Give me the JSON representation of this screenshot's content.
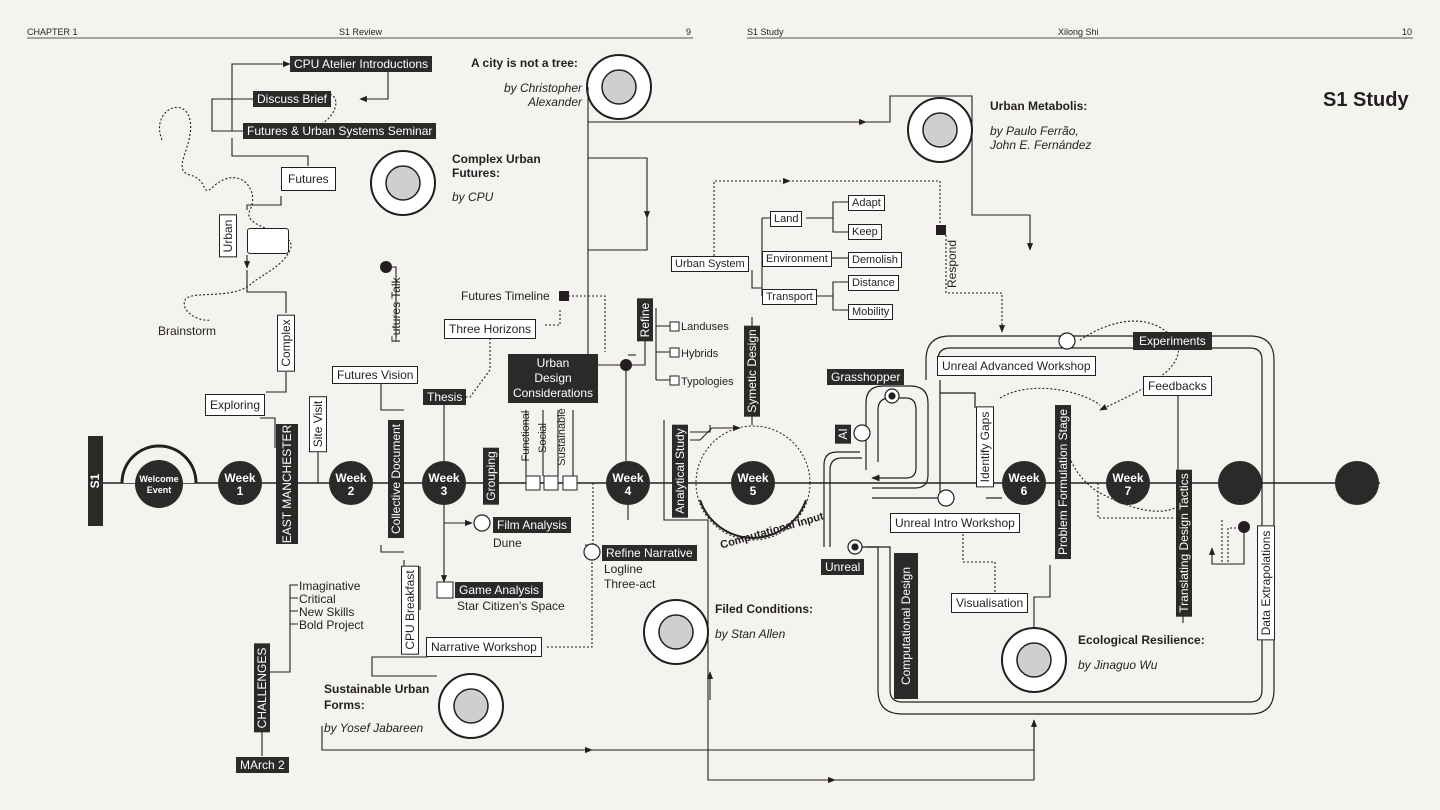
{
  "header": {
    "left_chapter": "CHAPTER 1",
    "left_section": "S1 Review",
    "left_page": "9",
    "right_section": "S1 Study",
    "right_author": "Xilong Shi",
    "right_page": "10"
  },
  "title": "S1 Study",
  "timeline": {
    "start_label": "S1",
    "welcome": [
      "Welcome",
      "Event"
    ],
    "weeks": [
      {
        "name": "Week",
        "num": "1"
      },
      {
        "name": "Week",
        "num": "2"
      },
      {
        "name": "Week",
        "num": "3"
      },
      {
        "name": "Week",
        "num": "4"
      },
      {
        "name": "Week",
        "num": "5"
      },
      {
        "name": "Week",
        "num": "6"
      },
      {
        "name": "Week",
        "num": "7"
      }
    ],
    "computational_input": "Computational Input"
  },
  "labels": {
    "cpu_atelier": "CPU Atelier Introductions",
    "discuss_brief": "Discuss Brief",
    "futures_seminar": "Futures & Urban Systems Seminar",
    "futures": "Futures",
    "urban": "Urban",
    "complex": "Complex",
    "brainstorm": "Brainstorm",
    "exploring": "Exploring",
    "east_manchester": "EAST MANCHESTER",
    "site_visit": "Site Visit",
    "futures_talk": "Futures Talk",
    "futures_vision": "Futures Vision",
    "collective_document": "Collective Document",
    "thesis": "Thesis",
    "futures_timeline": "Futures Timeline",
    "three_horizons": "Three Horizons",
    "udc": [
      "Urban",
      "Design",
      "Considerations"
    ],
    "functional": "Functional",
    "social": "Social",
    "sustainable": "Sustainable",
    "grouping": "Grouping",
    "refine": "Refine",
    "landuses": "Landuses",
    "hybrids": "Hybrids",
    "typologies": "Typologies",
    "film_analysis": "Film Analysis",
    "dune": "Dune",
    "game_analysis": "Game Analysis",
    "star_citizen": "Star Citizen's Space",
    "narrative_workshop": "Narrative Workshop",
    "refine_narrative": "Refine Narrative",
    "logline": "Logline",
    "three_act": "Three-act",
    "cpu_breakfast": "CPU Breakfast",
    "imaginative": "Imaginative",
    "critical": "Critical",
    "new_skills": "New Skills",
    "bold_project": "Bold Project",
    "challenges": "CHALLENGES",
    "march2": "MArch 2",
    "analytical_study": "Analytical Study",
    "symetic_design": "Symetic Design",
    "urban_system": "Urban System",
    "land": "Land",
    "environment": "Environment",
    "transport": "Transport",
    "adapt": "Adapt",
    "keep": "Keep",
    "demolish": "Demolish",
    "distance": "Distance",
    "mobility": "Mobility",
    "respond": "Respond",
    "grasshopper": "Grasshopper",
    "ai": "AI",
    "unreal": "Unreal",
    "computational_design": "Computational Design",
    "unreal_intro": "Unreal Intro Workshop",
    "visualisation": "Visualisation",
    "unreal_advanced": "Unreal Advanced Workshop",
    "identify_gaps": "Identify Gaps",
    "problem_formulation": "Problem Formulation Stage",
    "experiments": "Experiments",
    "feedbacks": "Feedbacks",
    "translating": "Translating Design Tactics",
    "data_extrapolations": "Data Extrapolations"
  },
  "references": {
    "city_tree": {
      "title": "A city is not a tree",
      "by1": "by Christopher",
      "by2": "Alexander"
    },
    "complex_urban": {
      "title1": "Complex Urban",
      "title2": "Futures",
      "by": "by CPU"
    },
    "urban_metabolis": {
      "title": "Urban Metabolis",
      "by1": "by Paulo Ferrão,",
      "by2": "John E. Fernández"
    },
    "filed_conditions": {
      "title": "Filed Conditions:",
      "by": "by Stan Allen"
    },
    "ecological": {
      "title": "Ecological Resilience",
      "by": "by Jinaguo Wu"
    },
    "sustainable_forms": {
      "title1": "Sustainable Urban",
      "title2": "Forms",
      "by": "by Yosef Jabareen"
    }
  }
}
